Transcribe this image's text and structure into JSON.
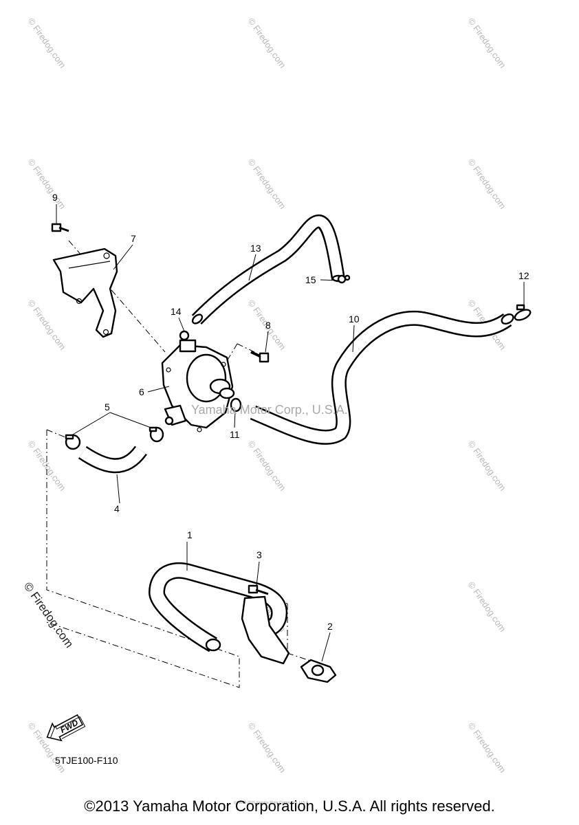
{
  "diagram": {
    "part_numbers": [
      "1",
      "2",
      "3",
      "4",
      "5",
      "6",
      "7",
      "8",
      "9",
      "10",
      "11",
      "12",
      "13",
      "14",
      "15"
    ],
    "fwd_label": "FWD",
    "drawing_code": "5TJE100-F110",
    "center_watermark": "Yamaha Motor Corp., U.S.A.",
    "side_watermark": "© Firedog.com",
    "tile_watermark": "© Firedog.com",
    "tiny_print": "(c) 2005-2015 Yamaha Motor Corporation, U.S.A.",
    "copyright": "©2013 Yamaha Motor Corporation, U.S.A. All rights reserved."
  }
}
